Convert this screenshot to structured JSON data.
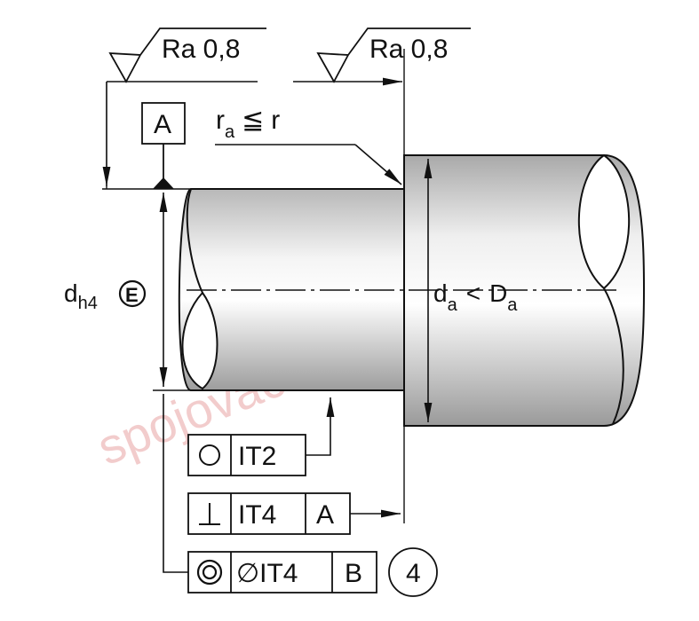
{
  "surface_finish": [
    {
      "label": "Ra 0,8"
    },
    {
      "label": "Ra 0,8"
    }
  ],
  "datum_a": "A",
  "radius_note": {
    "r": "r",
    "sub": "a",
    "op": "≦",
    "rhs": "r"
  },
  "shaft_dim": {
    "d": "d",
    "sub": "h4",
    "envelope_symbol": "E"
  },
  "shoulder_dim": {
    "d": "d",
    "d_sub": "a",
    "op": "<",
    "D": "D",
    "D_sub": "a"
  },
  "tolerance_frames": [
    {
      "symbol": "○",
      "tolerance": "IT2"
    },
    {
      "symbol": "⊥",
      "tolerance": "IT4",
      "datum": "A"
    },
    {
      "symbol": "◎",
      "tolerance": "∅IT4",
      "datum": "B",
      "note": "4"
    }
  ],
  "watermark": "spojovací-materiál.net",
  "colors": {
    "line": "#111111",
    "shaft_light": "#f4f4f4",
    "shaft_dark": "#a9a9a9",
    "watermark": "#e9a3a3"
  }
}
